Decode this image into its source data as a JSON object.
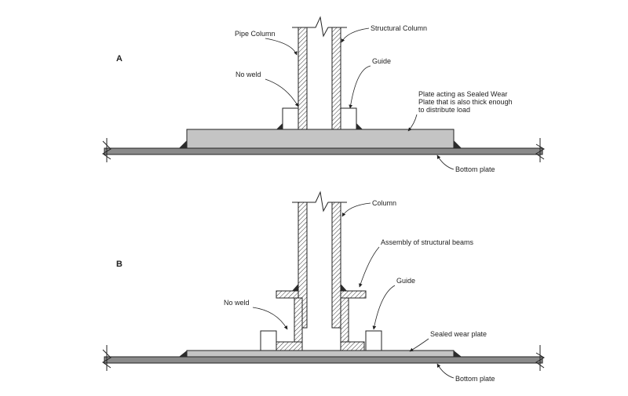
{
  "diagram": {
    "panels": {
      "a": {
        "letter": "A",
        "labels": {
          "pipe_column": "Pipe Column",
          "structural_column": "Structural Column",
          "guide": "Guide",
          "no_weld": "No weld",
          "plate_line1": "Plate acting as Sealed Wear",
          "plate_line2": "Plate that is also thick enough",
          "plate_line3": "to distribute load",
          "bottom_plate": "Bottom plate"
        }
      },
      "b": {
        "letter": "B",
        "labels": {
          "column": "Column",
          "assembly": "Assembly of structural beams",
          "guide": "Guide",
          "no_weld": "No weld",
          "sealed_wear_plate": "Sealed wear plate",
          "bottom_plate": "Bottom plate"
        }
      }
    },
    "colors": {
      "line": "#222222",
      "plate_fill": "#c4c4c4",
      "bottom_plate_fill": "#8a8a8a",
      "weld_fill": "#2b2b2b",
      "background": "#ffffff"
    }
  }
}
